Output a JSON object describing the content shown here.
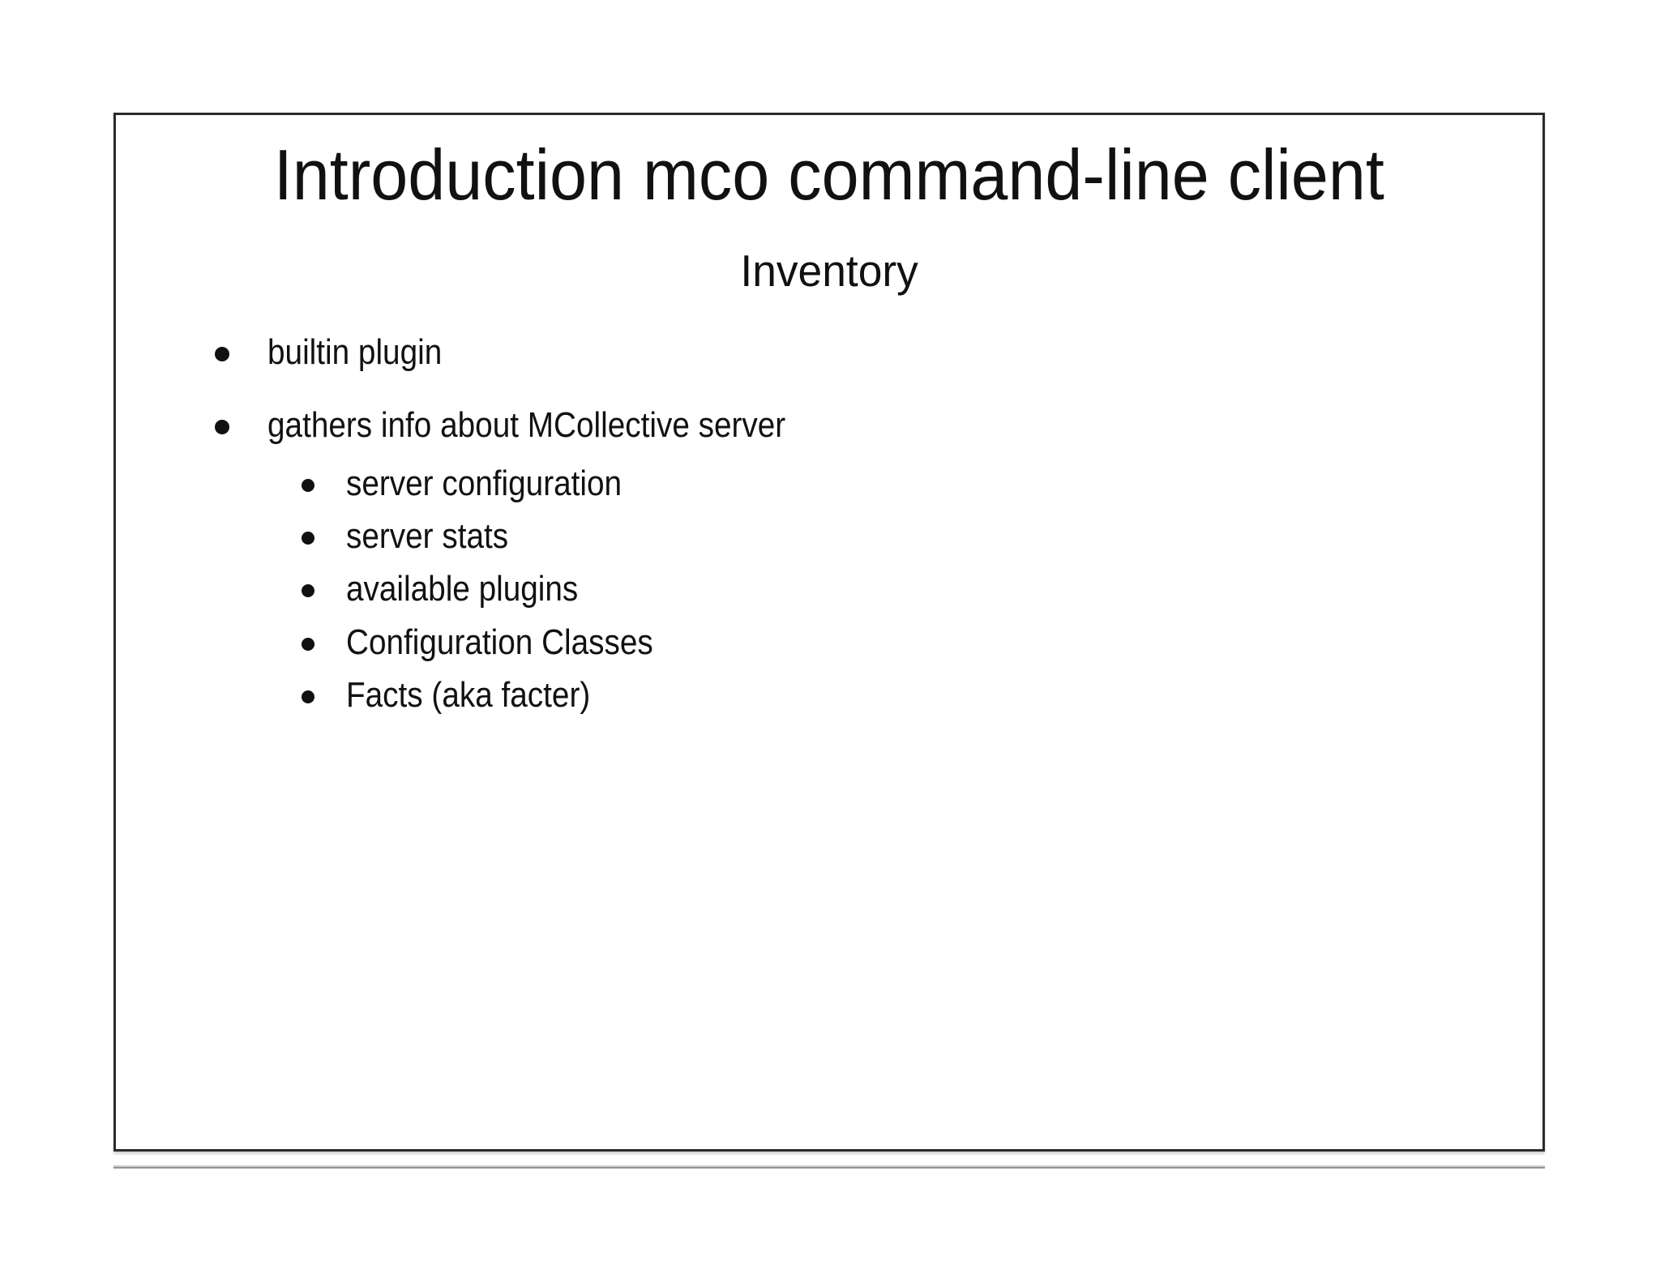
{
  "slide": {
    "title": "Introduction mco command-line client",
    "subtitle": "Inventory",
    "bullets": [
      {
        "text": "builtin plugin"
      },
      {
        "text": "gathers info about MCollective server"
      }
    ],
    "sub_bullets": [
      {
        "text": "server configuration"
      },
      {
        "text": "server stats"
      },
      {
        "text": "available plugins"
      },
      {
        "text": "Configuration Classes"
      },
      {
        "text": "Facts (aka facter)"
      }
    ]
  },
  "colors": {
    "page_background": "#ffffff",
    "slide_background": "#ffffff",
    "slide_border": "#2b2b2b",
    "text": "#111111",
    "separator_line": "#929292"
  }
}
